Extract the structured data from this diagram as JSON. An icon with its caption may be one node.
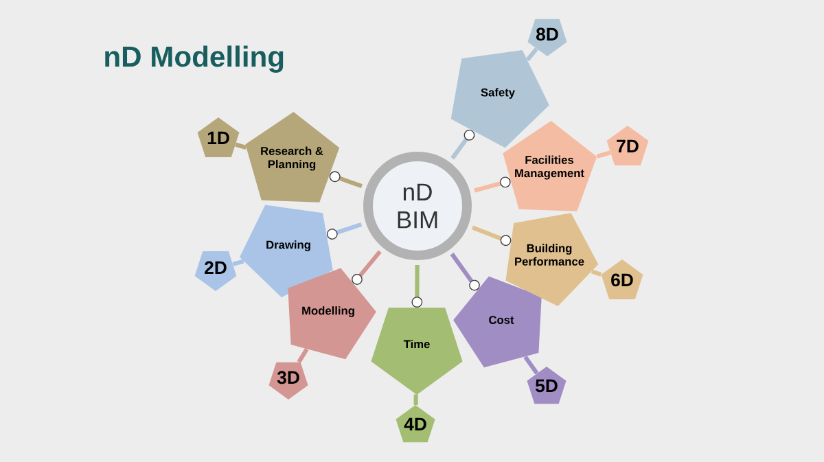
{
  "diagram": {
    "title": "nD Modelling",
    "nodes": [
      {
        "text": [
          "nD BIM"
        ]
      },
      {
        "text": [
          "Research & Planning"
        ]
      },
      {
        "text": [
          "1D"
        ]
      },
      {
        "text": [
          "Drawing"
        ]
      },
      {
        "text": [
          "2D"
        ]
      },
      {
        "text": [
          "Modelling"
        ]
      },
      {
        "text": [
          "3D"
        ]
      },
      {
        "text": [
          "Time"
        ]
      },
      {
        "text": [
          "4D"
        ]
      },
      {
        "text": [
          "Cost"
        ]
      },
      {
        "text": [
          "5D"
        ]
      },
      {
        "text": [
          "Building Performance"
        ]
      },
      {
        "text": [
          "6D"
        ]
      },
      {
        "text": [
          "Facilities Management"
        ]
      },
      {
        "text": [
          "7D"
        ]
      },
      {
        "text": [
          "Safety"
        ]
      },
      {
        "text": [
          "8D"
        ]
      }
    ],
    "edges": [
      {
        "from": 0,
        "to": 1,
        "arrow": "other",
        "color": "#b5a77a"
      },
      {
        "from": 1,
        "to": 2,
        "arrow": "none",
        "color": "#b5a77a"
      },
      {
        "from": 0,
        "to": 3,
        "arrow": "other",
        "color": "#a9c4e6"
      },
      {
        "from": 3,
        "to": 4,
        "arrow": "none",
        "color": "#a9c4e6"
      },
      {
        "from": 0,
        "to": 5,
        "arrow": "other",
        "color": "#d49692"
      },
      {
        "from": 5,
        "to": 6,
        "arrow": "none",
        "color": "#d49692"
      },
      {
        "from": 0,
        "to": 7,
        "arrow": "other",
        "color": "#a3bd72"
      },
      {
        "from": 7,
        "to": 8,
        "arrow": "none",
        "color": "#a3bd72"
      },
      {
        "from": 0,
        "to": 9,
        "arrow": "other",
        "color": "#a08dc4"
      },
      {
        "from": 9,
        "to": 10,
        "arrow": "none",
        "color": "#a08dc4"
      },
      {
        "from": 0,
        "to": 11,
        "arrow": "other",
        "color": "#e0c08e"
      },
      {
        "from": 11,
        "to": 12,
        "arrow": "none",
        "color": "#e0c08e"
      },
      {
        "from": 0,
        "to": 13,
        "arrow": "other",
        "color": "#f4bca2"
      },
      {
        "from": 13,
        "to": 14,
        "arrow": "none",
        "color": "#f4bca2"
      },
      {
        "from": 0,
        "to": 15,
        "arrow": "other",
        "color": "#b0c6d6"
      },
      {
        "from": 15,
        "to": 16,
        "arrow": "none",
        "color": "#b0c6d6"
      }
    ]
  }
}
